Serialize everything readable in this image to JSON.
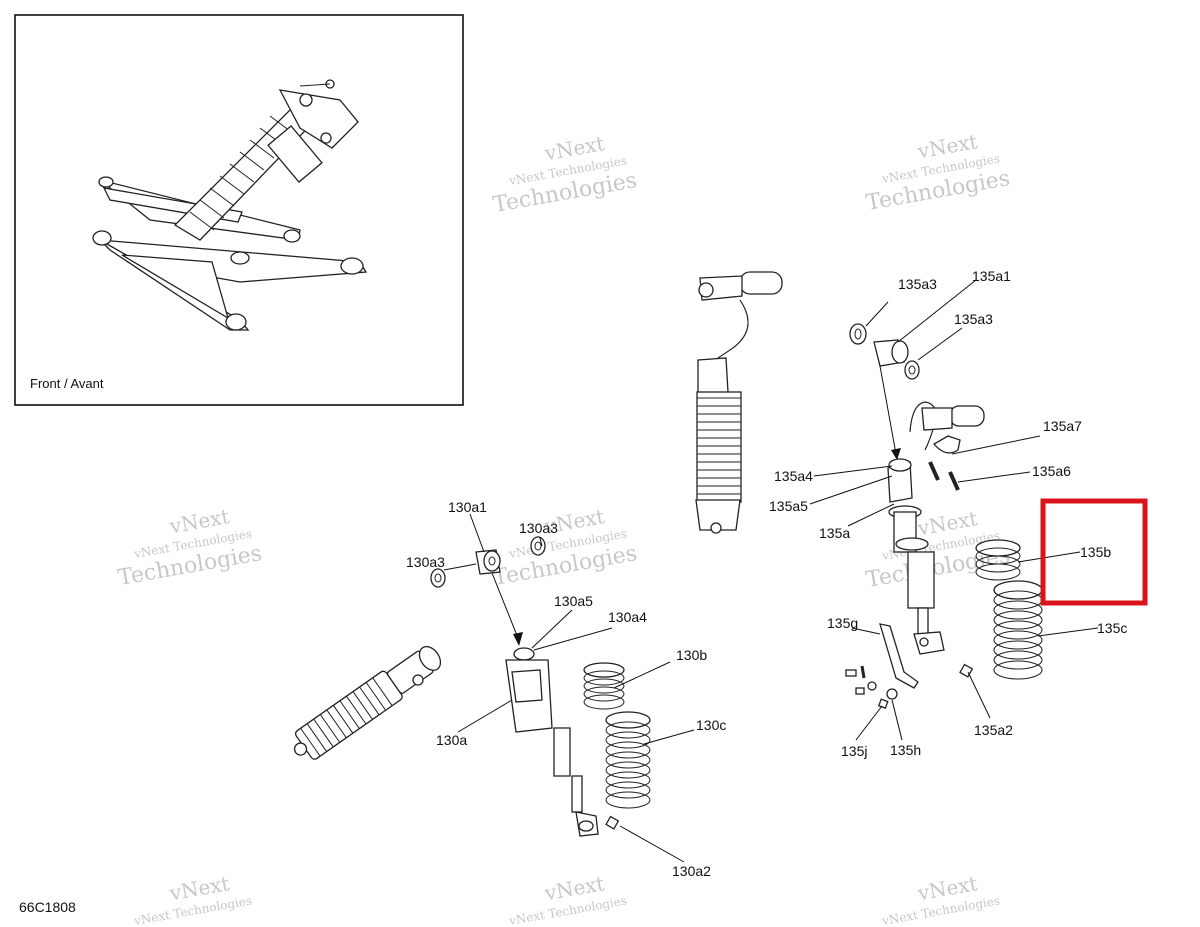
{
  "inset": {
    "caption": "Front / Avant"
  },
  "watermark": {
    "line1": "vNext Technologies",
    "line2": "vNext",
    "line3": "Technologies"
  },
  "figure_id": "66C1808",
  "highlight": {
    "color": "#d9141b",
    "target": "135b"
  },
  "callouts": {
    "l130a1": "130a1",
    "l130a3_left": "130a3",
    "l130a3_right": "130a3",
    "l130a5": "130a5",
    "l130a4": "130a4",
    "l130b": "130b",
    "l130c": "130c",
    "l130a": "130a",
    "l130a2": "130a2",
    "l135a3_top": "135a3",
    "l135a1": "135a1",
    "l135a3_right": "135a3",
    "l135a7": "135a7",
    "l135a4": "135a4",
    "l135a6": "135a6",
    "l135a5": "135a5",
    "l135a": "135a",
    "l135b": "135b",
    "l135c": "135c",
    "l135g": "135g",
    "l135a2": "135a2",
    "l135j": "135j",
    "l135h": "135h"
  }
}
